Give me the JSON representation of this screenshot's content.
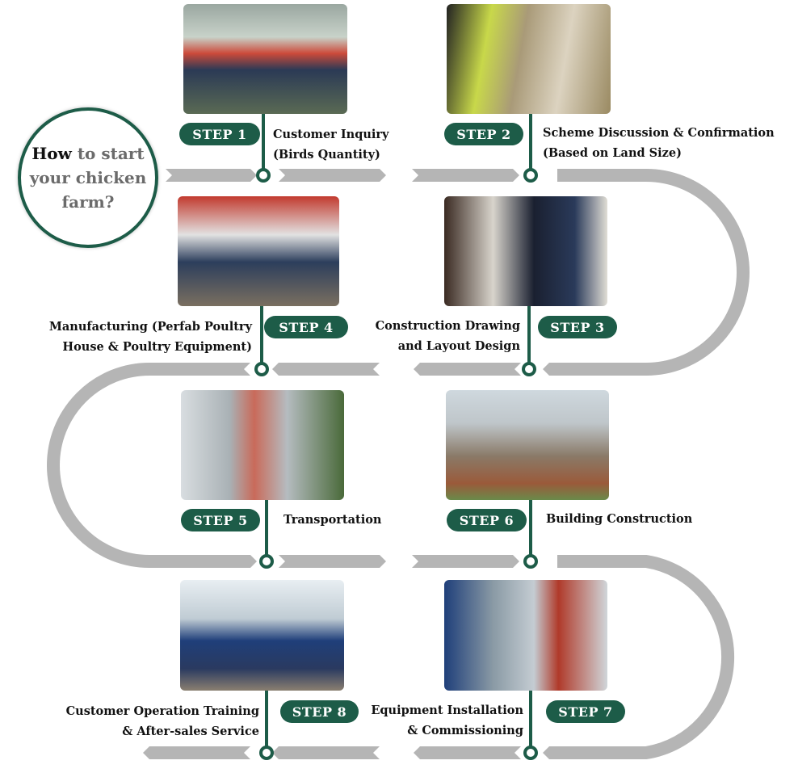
{
  "title": {
    "how": "How",
    "rest": "to start your chicken farm?"
  },
  "colors": {
    "accent": "#1d5c48",
    "arrow": "#b5b5b5"
  },
  "steps": [
    {
      "badge": "STEP 1",
      "line1": "Customer Inquiry",
      "line2": "(Birds  Quantity)",
      "photo": "team-meeting-photo"
    },
    {
      "badge": "STEP 2",
      "line1": "Scheme Discussion & Confirmation",
      "line2": "(Based on Land Size)",
      "photo": "land-survey-photo"
    },
    {
      "badge": "STEP 3",
      "line1": "Construction Drawing",
      "line2": "and Layout Design",
      "photo": "cad-design-photo"
    },
    {
      "badge": "STEP 4",
      "line1": "Manufacturing (Perfab Poultry",
      "line2": "House & Poultry  Equipment)",
      "photo": "manufacturing-photo"
    },
    {
      "badge": "STEP 5",
      "line1": "Transportation",
      "line2": "",
      "photo": "cages-transport-photo"
    },
    {
      "badge": "STEP 6",
      "line1": "Building Construction",
      "line2": "",
      "photo": "building-construction-photo"
    },
    {
      "badge": "STEP 7",
      "line1": "Equipment Installation",
      "line2": "& Commissioning",
      "photo": "equipment-installation-photo"
    },
    {
      "badge": "STEP 8",
      "line1": "Customer Operation Training",
      "line2": "& After-sales Service",
      "photo": "training-team-photo"
    }
  ]
}
